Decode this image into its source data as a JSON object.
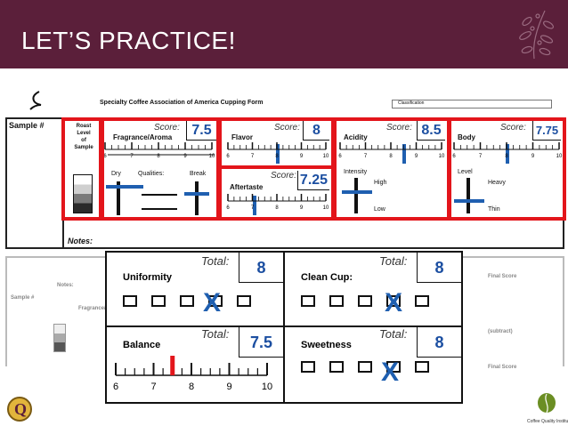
{
  "header": {
    "title": "LET’S PRACTICE!"
  },
  "form": {
    "title": "Specialty Coffee Association of America Cupping Form",
    "classification_label": "Classification",
    "sample_label": "Sample #",
    "roast_label": "Roast\nLevel\nof\nSample",
    "notes_label": "Notes:",
    "score_label": "Score:",
    "fragrance": {
      "label": "Fragrance/Aroma",
      "score": "7.5",
      "dry": "Dry",
      "qualities": "Qualities:",
      "break": "Break"
    },
    "flavor": {
      "label": "Flavor",
      "score": "8"
    },
    "aftertaste": {
      "label": "Aftertaste",
      "score": "7.25"
    },
    "acidity": {
      "label": "Acidity",
      "score": "8.5",
      "intensity": "Intensity",
      "high": "High",
      "low": "Low"
    },
    "body": {
      "label": "Body",
      "score": "7.75",
      "level": "Level",
      "heavy": "Heavy",
      "thin": "Thin"
    },
    "scale_ticks": [
      "6",
      "7",
      "8",
      "9",
      "10"
    ],
    "final_score": "Final Score",
    "subtract": "(subtract)"
  },
  "panels": {
    "total_label": "Total:",
    "uniformity": {
      "label": "Uniformity",
      "total": "8"
    },
    "clean_cup": {
      "label": "Clean Cup:",
      "total": "8"
    },
    "balance": {
      "label": "Balance",
      "total": "7.5",
      "ticks": [
        "6",
        "7",
        "8",
        "9",
        "10"
      ],
      "marker_value": 7.5
    },
    "sweetness": {
      "label": "Sweetness",
      "total": "8"
    },
    "x_mark": "X"
  },
  "logos": {
    "left": "Q",
    "right": "Coffee Quality Institute"
  },
  "colors": {
    "header_bg": "#5b1f3a",
    "highlight_red": "#e3151b",
    "mark_blue": "#1f5fb0"
  }
}
